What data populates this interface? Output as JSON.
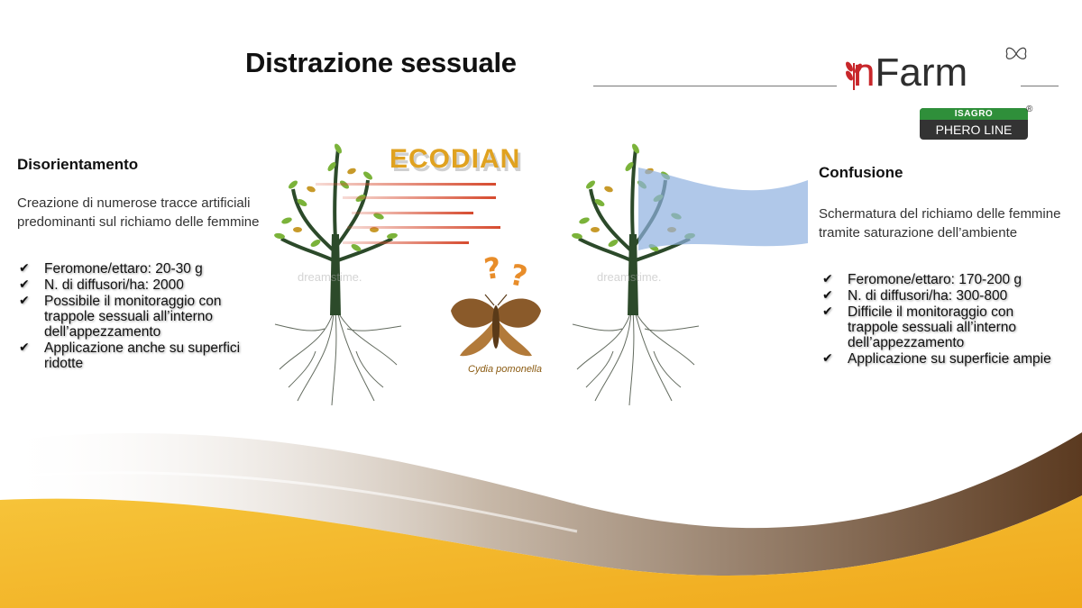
{
  "slide": {
    "title": "Distrazione sessuale",
    "logo": {
      "text_n": "n",
      "text_rest": "Farm",
      "badge_top": "ISAGRO",
      "badge_bottom": "PHERO LINE",
      "badge_reg": "®"
    },
    "left": {
      "heading": "Disorientamento",
      "description": "Creazione di numerose tracce artificiali predominanti sul richiamo delle femmine",
      "bullets": [
        "Feromone/ettaro: 20-30 g",
        "N. di diffusori/ha: 2000",
        "Possibile il monitoraggio con trappole sessuali all’interno dell’appezzamento",
        "Applicazione anche su superfici ridotte"
      ]
    },
    "right": {
      "heading": "Confusione",
      "description": "Schermatura del richiamo delle femmine tramite saturazione dell’ambiente",
      "bullets": [
        "Feromone/ettaro: 170-200 g",
        "N. di diffusori/ha: 300-800",
        "Difficile il monitoraggio con trappole sessuali all’interno dell’appezzamento",
        "Applicazione su superficie ampie"
      ]
    },
    "illustration": {
      "product_label": "ECODIAN",
      "watermark_left": "dreamstime.",
      "watermark_right": "dreamstime.",
      "question_marks": [
        "?",
        "?"
      ],
      "moth_caption": "Cydia pomonella"
    },
    "colors": {
      "accent_red": "#c8262a",
      "trail_red": "#d64a2e",
      "screen_blue": "#8fb0e0",
      "badge_green": "#2f8f3a",
      "footer_gold": "#f2b52e",
      "footer_brown": "#5b3a20"
    },
    "icons": [
      "check-icon",
      "tree-icon",
      "moth-icon",
      "butterfly-icon"
    ]
  }
}
